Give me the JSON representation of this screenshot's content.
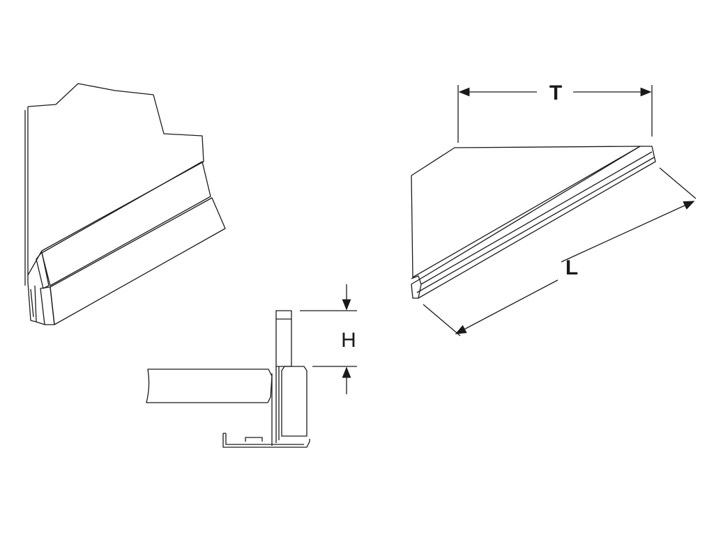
{
  "labels": {
    "t": "T",
    "h": "H",
    "l": "L"
  },
  "colors": {
    "stroke": "#1a1a1a",
    "fill": "#ffffff"
  }
}
